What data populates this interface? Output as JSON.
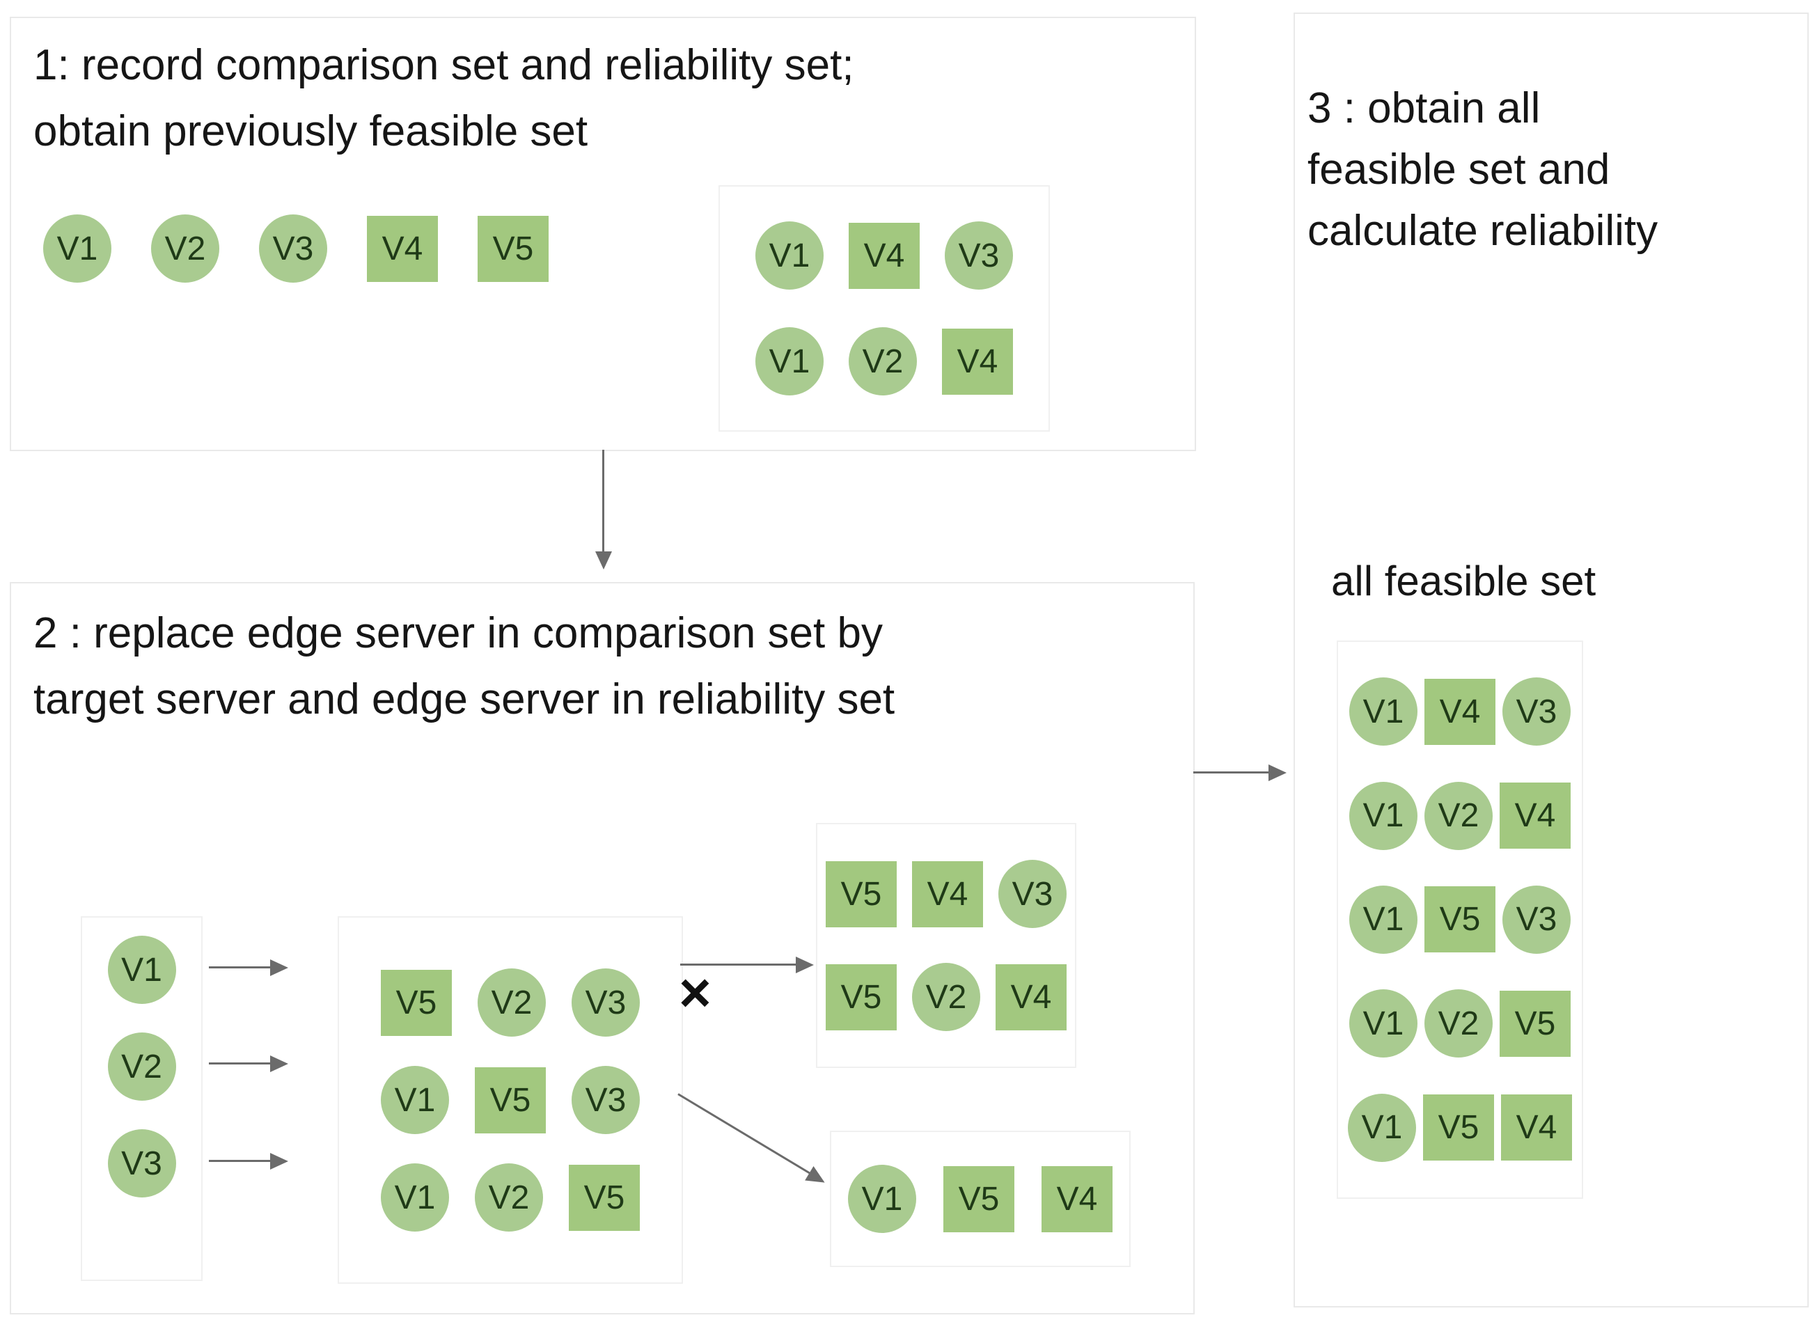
{
  "palette": {
    "circle_fill": "#a9cb90",
    "square_fill": "#a2c87f",
    "node_text": "#1f3a17",
    "arrow": "#6b6b6b",
    "panel_border": "#e9e9e9",
    "box_border": "#f0f0f0",
    "title_text": "#161616"
  },
  "step1": {
    "title_line1": "1: record comparison set and reliability set;",
    "title_line2": "obtain previously feasible set",
    "servers": [
      {
        "label": "V1",
        "shape": "circle"
      },
      {
        "label": "V2",
        "shape": "circle"
      },
      {
        "label": "V3",
        "shape": "circle"
      },
      {
        "label": "V4",
        "shape": "square"
      },
      {
        "label": "V5",
        "shape": "square"
      }
    ],
    "previously_feasible_set": [
      [
        {
          "label": "V1",
          "shape": "circle"
        },
        {
          "label": "V4",
          "shape": "square"
        },
        {
          "label": "V3",
          "shape": "circle"
        }
      ],
      [
        {
          "label": "V1",
          "shape": "circle"
        },
        {
          "label": "V2",
          "shape": "circle"
        },
        {
          "label": "V4",
          "shape": "square"
        }
      ]
    ]
  },
  "step2": {
    "title_line1": "2 : replace edge server in comparison set by",
    "title_line2": "target server and edge server in reliability set",
    "target_servers": [
      {
        "label": "V1",
        "shape": "circle"
      },
      {
        "label": "V2",
        "shape": "circle"
      },
      {
        "label": "V3",
        "shape": "circle"
      }
    ],
    "replaced_sets": [
      [
        {
          "label": "V5",
          "shape": "square"
        },
        {
          "label": "V2",
          "shape": "circle"
        },
        {
          "label": "V3",
          "shape": "circle"
        }
      ],
      [
        {
          "label": "V1",
          "shape": "circle"
        },
        {
          "label": "V5",
          "shape": "square"
        },
        {
          "label": "V3",
          "shape": "circle"
        }
      ],
      [
        {
          "label": "V1",
          "shape": "circle"
        },
        {
          "label": "V2",
          "shape": "circle"
        },
        {
          "label": "V5",
          "shape": "square"
        }
      ]
    ],
    "infeasible_mark": "×",
    "checked_sets": [
      [
        {
          "label": "V5",
          "shape": "square"
        },
        {
          "label": "V4",
          "shape": "square"
        },
        {
          "label": "V3",
          "shape": "circle"
        }
      ],
      [
        {
          "label": "V5",
          "shape": "square"
        },
        {
          "label": "V2",
          "shape": "circle"
        },
        {
          "label": "V4",
          "shape": "square"
        }
      ]
    ],
    "new_feasible_set": [
      [
        {
          "label": "V1",
          "shape": "circle"
        },
        {
          "label": "V5",
          "shape": "square"
        },
        {
          "label": "V4",
          "shape": "square"
        }
      ]
    ]
  },
  "step3": {
    "title_line1": "3 : obtain all",
    "title_line2": "feasible set and",
    "title_line3": "calculate reliability",
    "set_label": "all feasible set",
    "all_feasible_sets": [
      [
        {
          "label": "V1",
          "shape": "circle"
        },
        {
          "label": "V4",
          "shape": "square"
        },
        {
          "label": "V3",
          "shape": "circle"
        }
      ],
      [
        {
          "label": "V1",
          "shape": "circle"
        },
        {
          "label": "V2",
          "shape": "circle"
        },
        {
          "label": "V4",
          "shape": "square"
        }
      ],
      [
        {
          "label": "V1",
          "shape": "circle"
        },
        {
          "label": "V5",
          "shape": "square"
        },
        {
          "label": "V3",
          "shape": "circle"
        }
      ],
      [
        {
          "label": "V1",
          "shape": "circle"
        },
        {
          "label": "V2",
          "shape": "circle"
        },
        {
          "label": "V5",
          "shape": "square"
        }
      ],
      [
        {
          "label": "V1",
          "shape": "circle"
        },
        {
          "label": "V5",
          "shape": "square"
        },
        {
          "label": "V4",
          "shape": "square"
        }
      ]
    ]
  }
}
